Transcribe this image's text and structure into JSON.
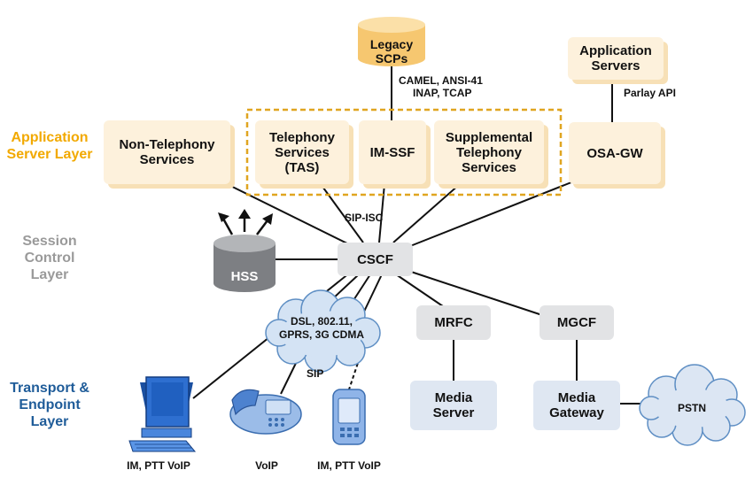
{
  "layers": {
    "application": "Application Server Layer",
    "session": "Session Control Layer",
    "transport": "Transport & Endpoint Layer"
  },
  "nodes": {
    "legacy_scps": "Legacy SCPs",
    "application_servers": "Application Servers",
    "non_telephony": "Non-Telephony Services",
    "tas": "Telephony Services (TAS)",
    "im_ssf": "IM-SSF",
    "supplemental": "Supplemental Telephony Services",
    "osa_gw": "OSA-GW",
    "hss": "HSS",
    "cscf": "CSCF",
    "access_cloud": "DSL, 802.11, GPRS, 3G CDMA",
    "mrfc": "MRFC",
    "mgcf": "MGCF",
    "media_server": "Media Server",
    "media_gateway": "Media Gateway",
    "pstn": "PSTN"
  },
  "labels": {
    "camel": "CAMEL, ANSI-41",
    "inap": "INAP, TCAP",
    "parlay": "Parlay API",
    "sip_isc": "SIP-ISC",
    "sip": "SIP"
  },
  "endpoints": {
    "pc": "IM, PTT VoIP",
    "phone": "VoIP",
    "mobile": "IM, PTT VoIP"
  },
  "colors": {
    "application_layer": "#f2a900",
    "session_layer": "#9a9a9a",
    "transport_layer": "#1f5c99",
    "group_border": "#e0a520",
    "cloud_fill": "#d4e3f4"
  }
}
